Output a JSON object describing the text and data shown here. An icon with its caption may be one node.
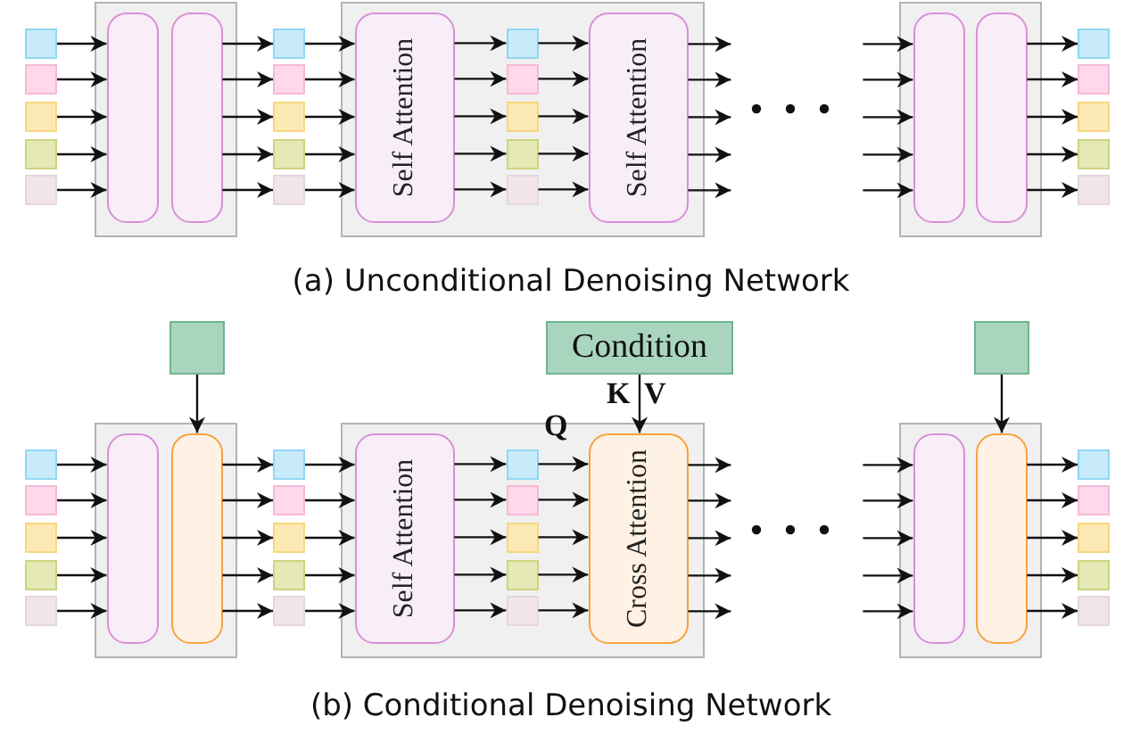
{
  "diagram": {
    "nodes": [
      {
        "text": [],
        "shape": "box"
      },
      {
        "text": [],
        "shape": "box"
      },
      {
        "text": [],
        "shape": "box"
      },
      {
        "text": [],
        "shape": "box"
      },
      {
        "text": [],
        "shape": "box"
      },
      {
        "text": [],
        "shape": "box"
      },
      {
        "text": [],
        "shape": "box",
        "in": 5
      },
      {
        "text": [],
        "shape": "box",
        "in": 5
      },
      {
        "text": [],
        "shape": "box"
      },
      {
        "text": [],
        "shape": "box"
      },
      {
        "text": [],
        "shape": "box"
      },
      {
        "text": [],
        "shape": "box"
      },
      {
        "text": [],
        "shape": "box"
      },
      {
        "text": [],
        "shape": "box"
      },
      {
        "text": [
          "Self Attention"
        ],
        "in": 13
      },
      {
        "text": [],
        "shape": "box",
        "in": 13
      },
      {
        "text": [],
        "shape": "box",
        "in": 13
      },
      {
        "text": [],
        "shape": "box",
        "in": 13
      },
      {
        "text": [],
        "shape": "box",
        "in": 13
      },
      {
        "text": [],
        "shape": "box",
        "in": 13
      },
      {
        "text": [
          "Self Attention"
        ],
        "in": 13
      },
      {
        "text": [],
        "shape": "box"
      },
      {
        "text": [],
        "shape": "box",
        "in": 21
      },
      {
        "text": [],
        "shape": "box",
        "in": 21
      },
      {
        "text": [],
        "shape": "box"
      },
      {
        "text": [],
        "shape": "box"
      },
      {
        "text": [],
        "shape": "box"
      },
      {
        "text": [],
        "shape": "box"
      },
      {
        "text": [],
        "shape": "box"
      },
      {
        "text": [],
        "shape": "box"
      },
      {
        "text": [],
        "shape": "box"
      },
      {
        "text": [],
        "shape": "box"
      },
      {
        "text": [],
        "shape": "box"
      },
      {
        "text": [],
        "shape": "box"
      },
      {
        "text": [],
        "shape": "box"
      },
      {
        "text": [],
        "shape": "box"
      },
      {
        "text": [],
        "shape": "box",
        "in": 35
      },
      {
        "text": [],
        "shape": "box",
        "in": 35
      },
      {
        "text": [],
        "shape": "box"
      },
      {
        "text": [],
        "shape": "box"
      },
      {
        "text": [],
        "shape": "box"
      },
      {
        "text": [],
        "shape": "box"
      },
      {
        "text": [],
        "shape": "box"
      },
      {
        "text": [
          "Condition"
        ]
      },
      {
        "text": [],
        "shape": "box"
      },
      {
        "text": [
          "Self Attention"
        ],
        "in": 44
      },
      {
        "text": [],
        "shape": "box",
        "in": 44
      },
      {
        "text": [],
        "shape": "box",
        "in": 44
      },
      {
        "text": [],
        "shape": "box",
        "in": 44
      },
      {
        "text": [],
        "shape": "box",
        "in": 44
      },
      {
        "text": [],
        "shape": "box",
        "in": 44
      },
      {
        "text": [
          "Cross Attention"
        ],
        "in": 44
      },
      {
        "text": [],
        "shape": "box"
      },
      {
        "text": [],
        "shape": "box"
      },
      {
        "text": [],
        "shape": "box",
        "in": 53
      },
      {
        "text": [],
        "shape": "box",
        "in": 53
      },
      {
        "text": [],
        "shape": "box"
      },
      {
        "text": [],
        "shape": "box"
      },
      {
        "text": [],
        "shape": "box"
      },
      {
        "text": [],
        "shape": "box"
      },
      {
        "text": [],
        "shape": "box"
      }
    ],
    "edges": [
      {
        "from": 0,
        "to": 6,
        "arrow": "to"
      },
      {
        "from": 1,
        "to": 6,
        "arrow": "to"
      },
      {
        "from": 2,
        "to": 6,
        "arrow": "to"
      },
      {
        "from": 3,
        "to": 6,
        "arrow": "to"
      },
      {
        "from": 4,
        "to": 6,
        "arrow": "to"
      },
      {
        "from": 7,
        "to": 8,
        "arrow": "to"
      },
      {
        "from": 7,
        "to": 9,
        "arrow": "to"
      },
      {
        "from": 7,
        "to": 10,
        "arrow": "to"
      },
      {
        "from": 7,
        "to": 11,
        "arrow": "to"
      },
      {
        "from": 7,
        "to": 12,
        "arrow": "to"
      },
      {
        "from": 8,
        "to": 14,
        "arrow": "to"
      },
      {
        "from": 9,
        "to": 14,
        "arrow": "to"
      },
      {
        "from": 10,
        "to": 14,
        "arrow": "to"
      },
      {
        "from": 11,
        "to": 14,
        "arrow": "to"
      },
      {
        "from": 12,
        "to": 14,
        "arrow": "to"
      },
      {
        "from": 14,
        "to": 15,
        "arrow": "to"
      },
      {
        "from": 14,
        "to": 16,
        "arrow": "to"
      },
      {
        "from": 14,
        "to": 17,
        "arrow": "to"
      },
      {
        "from": 14,
        "to": 18,
        "arrow": "to"
      },
      {
        "from": 14,
        "to": 19,
        "arrow": "to"
      },
      {
        "from": 15,
        "to": 20,
        "arrow": "to"
      },
      {
        "from": 16,
        "to": 20,
        "arrow": "to"
      },
      {
        "from": 17,
        "to": 20,
        "arrow": "to"
      },
      {
        "from": 18,
        "to": 20,
        "arrow": "to"
      },
      {
        "from": 19,
        "to": 20,
        "arrow": "to"
      },
      {
        "from": 20,
        "to": null,
        "arrow": "to"
      },
      {
        "from": 20,
        "to": null,
        "arrow": "to"
      },
      {
        "from": 20,
        "to": null,
        "arrow": "to"
      },
      {
        "from": 20,
        "to": null,
        "arrow": "to"
      },
      {
        "from": 20,
        "to": null,
        "arrow": "to"
      },
      {
        "from": null,
        "to": 22,
        "arrow": "to"
      },
      {
        "from": null,
        "to": 22,
        "arrow": "to"
      },
      {
        "from": null,
        "to": 22,
        "arrow": "to"
      },
      {
        "from": null,
        "to": 22,
        "arrow": "to"
      },
      {
        "from": null,
        "to": 22,
        "arrow": "to"
      },
      {
        "from": 23,
        "to": 24,
        "arrow": "to"
      },
      {
        "from": 23,
        "to": 25,
        "arrow": "to"
      },
      {
        "from": 23,
        "to": 26,
        "arrow": "to"
      },
      {
        "from": 23,
        "to": 27,
        "arrow": "to"
      },
      {
        "from": 23,
        "to": 28,
        "arrow": "to"
      },
      {
        "from": 29,
        "to": 37,
        "arrow": "to"
      },
      {
        "from": 30,
        "to": 36,
        "arrow": "to"
      },
      {
        "from": 31,
        "to": 36,
        "arrow": "to"
      },
      {
        "from": 32,
        "to": 36,
        "arrow": "to"
      },
      {
        "from": 33,
        "to": 36,
        "arrow": "to"
      },
      {
        "from": 34,
        "to": 36,
        "arrow": "to"
      },
      {
        "from": 37,
        "to": 38,
        "arrow": "to"
      },
      {
        "from": 37,
        "to": 39,
        "arrow": "to"
      },
      {
        "from": 37,
        "to": 40,
        "arrow": "to"
      },
      {
        "from": 37,
        "to": 41,
        "arrow": "to"
      },
      {
        "from": 37,
        "to": 42,
        "arrow": "to"
      },
      {
        "from": 38,
        "to": 45,
        "arrow": "to"
      },
      {
        "from": 39,
        "to": 45,
        "arrow": "to"
      },
      {
        "from": 40,
        "to": 45,
        "arrow": "to"
      },
      {
        "from": 41,
        "to": 45,
        "arrow": "to"
      },
      {
        "from": 42,
        "to": 45,
        "arrow": "to"
      },
      {
        "from": 43,
        "to": 51,
        "arrow": "to"
      },
      {
        "from": 45,
        "to": 46,
        "arrow": "to"
      },
      {
        "from": 45,
        "to": 47,
        "arrow": "to"
      },
      {
        "from": 45,
        "to": 48,
        "arrow": "to"
      },
      {
        "from": 45,
        "to": 49,
        "arrow": "to"
      },
      {
        "from": 45,
        "to": 50,
        "arrow": "to"
      },
      {
        "from": 46,
        "to": 51,
        "arrow": "to"
      },
      {
        "from": 47,
        "to": 51,
        "arrow": "to"
      },
      {
        "from": 48,
        "to": 51,
        "arrow": "to"
      },
      {
        "from": 49,
        "to": 51,
        "arrow": "to"
      },
      {
        "from": 50,
        "to": 51,
        "arrow": "to"
      },
      {
        "from": 51,
        "to": null,
        "arrow": "to"
      },
      {
        "from": 51,
        "to": null,
        "arrow": "to"
      },
      {
        "from": 51,
        "to": null,
        "arrow": "to"
      },
      {
        "from": 51,
        "to": null,
        "arrow": "to"
      },
      {
        "from": 51,
        "to": null,
        "arrow": "to"
      },
      {
        "from": 52,
        "to": 55,
        "arrow": "to"
      },
      {
        "from": null,
        "to": 54,
        "arrow": "to"
      },
      {
        "from": null,
        "to": 54,
        "arrow": "to"
      },
      {
        "from": null,
        "to": 54,
        "arrow": "to"
      },
      {
        "from": null,
        "to": 54,
        "arrow": "to"
      },
      {
        "from": null,
        "to": 54,
        "arrow": "to"
      },
      {
        "from": 55,
        "to": 56,
        "arrow": "to"
      },
      {
        "from": 55,
        "to": 57,
        "arrow": "to"
      },
      {
        "from": 55,
        "to": 58,
        "arrow": "to"
      },
      {
        "from": 55,
        "to": 59,
        "arrow": "to"
      },
      {
        "from": 55,
        "to": 60,
        "arrow": "to"
      }
    ],
    "labels": [
      "(a) Unconditional Denoising Network",
      "K",
      "V",
      "Q",
      "(b) Conditional Denoising Network"
    ]
  }
}
